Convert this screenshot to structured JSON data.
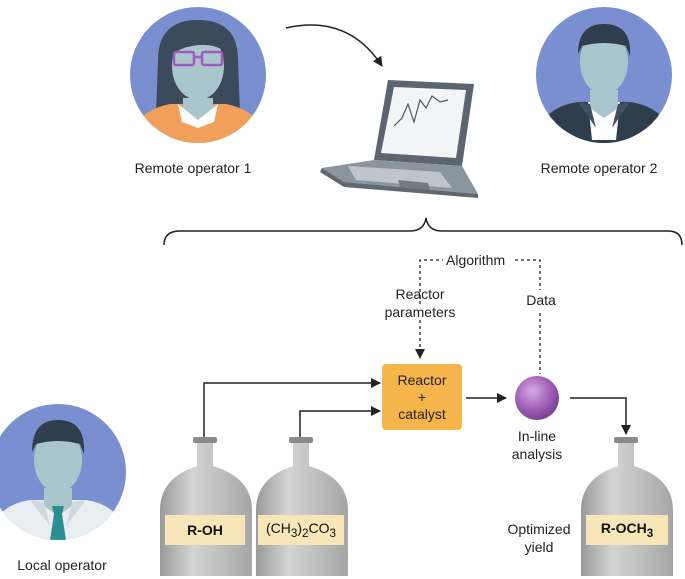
{
  "people": {
    "remote1": "Remote operator 1",
    "remote2": "Remote operator 2",
    "local": "Local operator"
  },
  "flow": {
    "algorithm": "Algorithm",
    "reactor_params_line1": "Reactor",
    "reactor_params_line2": "parameters",
    "data": "Data",
    "reactor_line1": "Reactor",
    "reactor_line2": "+",
    "reactor_line3": "catalyst",
    "inline_line1": "In-line",
    "inline_line2": "analysis",
    "optimized_line1": "Optimized",
    "optimized_line2": "yield"
  },
  "flasks": {
    "rOH": "R-OH",
    "carbonate_pre": "(CH",
    "carbonate_sub1": "3",
    "carbonate_mid": ")",
    "carbonate_sub2": "2",
    "carbonate_post": "CO",
    "carbonate_sub3": "3",
    "product_pre": "R-OCH",
    "product_sub": "3"
  },
  "colors": {
    "avatar_bg": "#7a8fd0",
    "reactor": "#f6b54a",
    "analysis_sphere": "#a262b8",
    "flask_gray": "#b5b5b5",
    "label_cream": "#f7e7b8"
  }
}
